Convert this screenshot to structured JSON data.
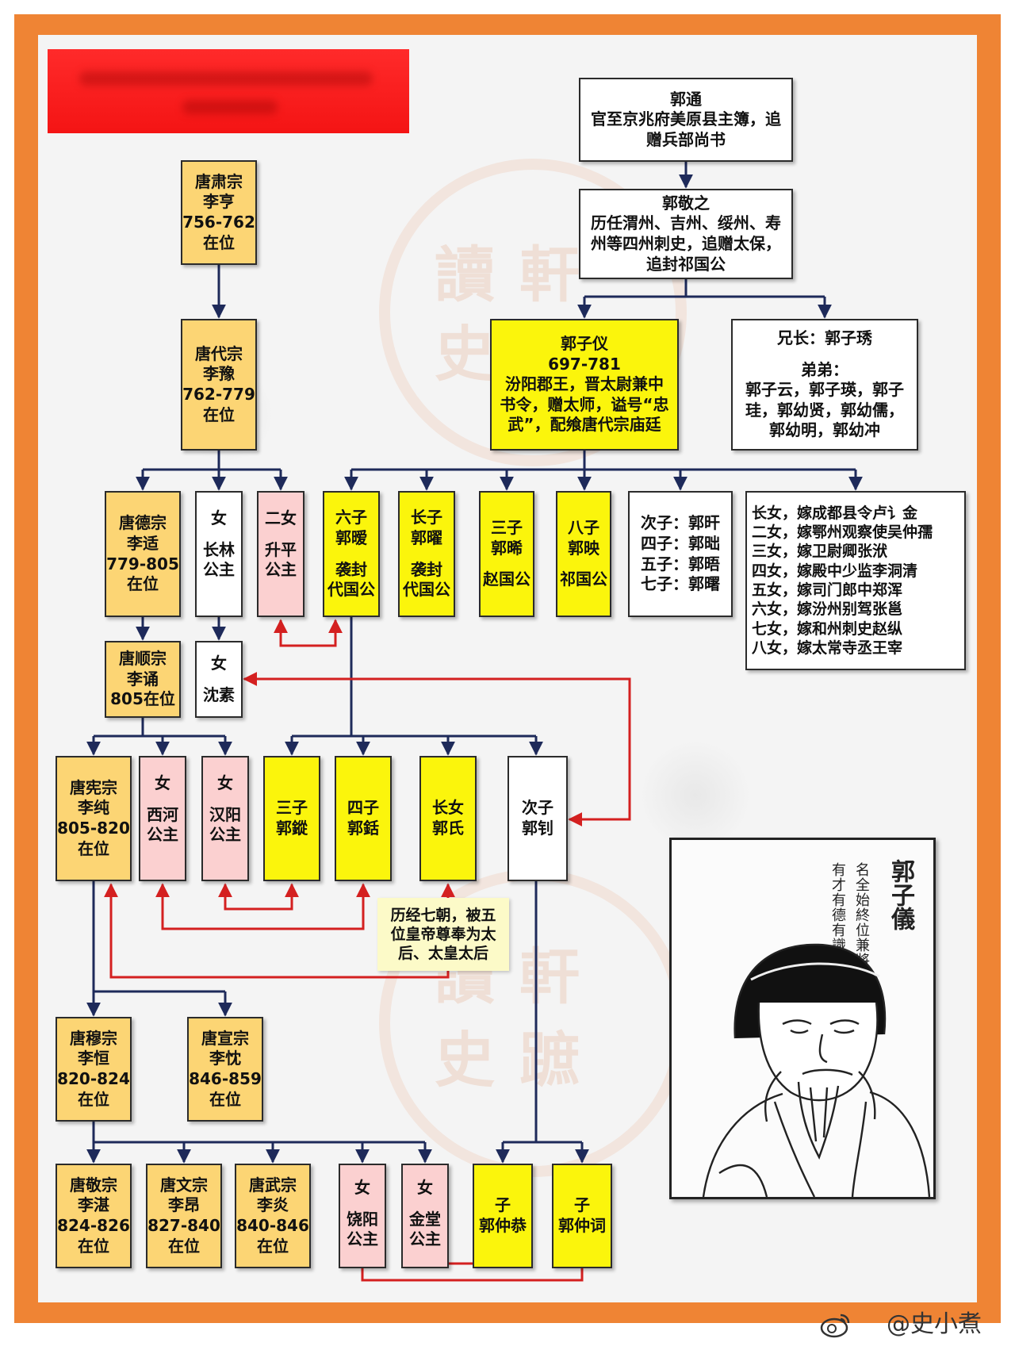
{
  "title": "",
  "watermark": {
    "chars_top": [
      "讀",
      "軒",
      "史"
    ],
    "chars_bottom": [
      "讀",
      "軒",
      "史",
      "蹠"
    ],
    "credit": "@史小煮"
  },
  "colors": {
    "frame": "#ef8434",
    "emperor": "#fcd574",
    "princess": "#fbd0d0",
    "guo_family": "#fbf50c",
    "plain": "#ffffff",
    "connector": "#1e2a5a",
    "marriage_link": "#d42020"
  },
  "nodes": {
    "guo_tong": {
      "name": "郭通",
      "desc": "官至京兆府美原县主簿，追\n赠兵部尚书"
    },
    "guo_jingzhi": {
      "name": "郭敬之",
      "desc": "历任渭州、吉州、绥州、寿\n州等四州刺史，追赠太保，\n追封祁国公"
    },
    "guo_ziyi": {
      "name": "郭子仪",
      "years": "697-781",
      "desc": "汾阳郡王，晋太尉兼中\n书令，赠太师，谥号“忠\n武”，配飨唐代宗庙廷"
    },
    "siblings": {
      "elder": "兄长：郭子琇",
      "label": "弟弟：",
      "younger": "郭子云，郭子瑛，郭子\n珪，郭幼贤，郭幼儒，\n郭幼明，郭幼冲"
    },
    "suzong": {
      "title": "唐肃宗",
      "name": "李亨",
      "years": "756-762",
      "status": "在位"
    },
    "daizong": {
      "title": "唐代宗",
      "name": "李豫",
      "years": "762-779",
      "status": "在位"
    },
    "dezong": {
      "title": "唐德宗",
      "name": "李适",
      "years": "779-805",
      "status": "在位"
    },
    "changlin": {
      "label": "女",
      "name": "长林\n公主"
    },
    "shengping": {
      "label": "二女",
      "name": "升平\n公主"
    },
    "guo_ai": {
      "label": "六子\n郭暧",
      "title": "袭封\n代国公"
    },
    "guo_yao": {
      "label": "长子\n郭曜",
      "title": "袭封\n代国公"
    },
    "guo_xi": {
      "label": "三子\n郭晞",
      "title": "赵国公"
    },
    "guo_ying": {
      "label": "八子\n郭映",
      "title": "祁国公"
    },
    "other_sons": [
      "次子：郭旰",
      "四子：郭昢",
      "五子：郭晤",
      "七子：郭曙"
    ],
    "daughters": [
      "长女，嫁成都县令卢讠金",
      "二女，嫁鄂州观察使吴仲孺",
      "三女，嫁卫尉卿张洑",
      "四女，嫁殿中少监李洞清",
      "五女，嫁司门郎中郑浑",
      "六女，嫁汾州别驾张邕",
      "七女，嫁和州刺史赵纵",
      "八女，嫁太常寺丞王宰"
    ],
    "shunzong": {
      "title": "唐顺宗",
      "name": "李诵",
      "years": "805在位"
    },
    "shensu": {
      "label": "女",
      "name": "沈素"
    },
    "xianzong": {
      "title": "唐宪宗",
      "name": "李纯",
      "years": "805-820",
      "status": "在位"
    },
    "xihe": {
      "label": "女",
      "name": "西河\n公主"
    },
    "hanyang": {
      "label": "女",
      "name": "汉阳\n公主"
    },
    "guo_cong": {
      "label": "三子\n郭鏦"
    },
    "guo_kuo": {
      "label": "四子\n郭銛"
    },
    "guo_shi": {
      "label": "长女\n郭氏"
    },
    "guo_zhao": {
      "label": "次子\n郭钊"
    },
    "empress_note": "历经七朝，被五\n位皇帝尊奉为太\n后、太皇太后",
    "muzong": {
      "title": "唐穆宗",
      "name": "李恒",
      "years": "820-824",
      "status": "在位"
    },
    "xuanzong": {
      "title": "唐宣宗",
      "name": "李忱",
      "years": "846-859",
      "status": "在位"
    },
    "jingzong": {
      "title": "唐敬宗",
      "name": "李湛",
      "years": "824-826",
      "status": "在位"
    },
    "wenzong": {
      "title": "唐文宗",
      "name": "李昂",
      "years": "827-840",
      "status": "在位"
    },
    "wuzong": {
      "title": "唐武宗",
      "name": "李炎",
      "years": "840-846",
      "status": "在位"
    },
    "raoyang": {
      "label": "女",
      "name": "饶阳\n公主"
    },
    "jintang": {
      "label": "女",
      "name": "金堂\n公主"
    },
    "guo_zhonggong": {
      "label": "子\n郭仲恭"
    },
    "guo_zhongci": {
      "label": "子\n郭仲词"
    }
  },
  "portrait": {
    "name": "郭子儀",
    "inscription_1": "名全始終位兼將相",
    "inscription_2": "有才有德有識有量"
  }
}
